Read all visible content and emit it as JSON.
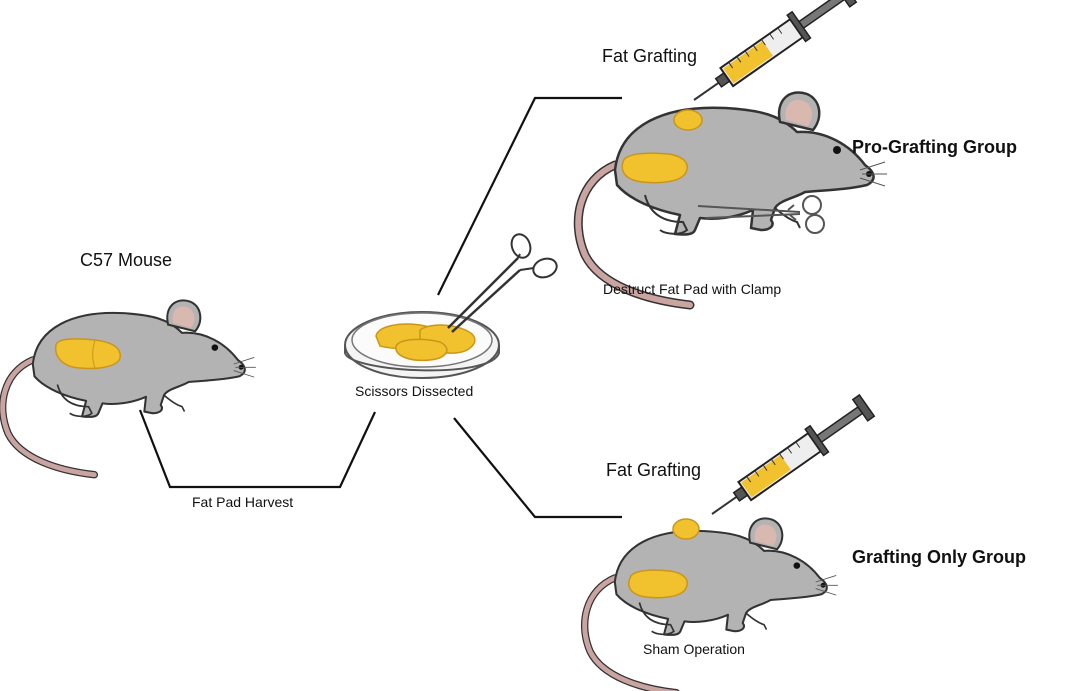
{
  "labels": {
    "c57_mouse": "C57 Mouse",
    "fat_pad_harvest": "Fat Pad Harvest",
    "scissors_dissected": "Scissors Dissected",
    "fat_grafting_top": "Fat Grafting",
    "fat_grafting_bottom": "Fat Grafting",
    "destruct_fat_pad": "Destruct Fat Pad with Clamp",
    "sham_operation": "Sham Operation",
    "pro_grafting_group": "Pro-Grafting Group",
    "grafting_only_group": "Grafting Only Group"
  },
  "icons": {
    "mouse": "mouse-icon",
    "syringe": "syringe-icon",
    "scissors": "scissors-icon",
    "clamp": "clamp-icon",
    "petri_dish": "petri-dish-icon",
    "fat_pad": "fat-pad-icon"
  },
  "colors": {
    "mouse_body": "#b3b3b3",
    "mouse_outline": "#333333",
    "ear_inner": "#d9b8b0",
    "tail": "#c9a4a0",
    "fat": "#f2c12e",
    "fat_edge": "#c9961a",
    "line": "#111111"
  }
}
